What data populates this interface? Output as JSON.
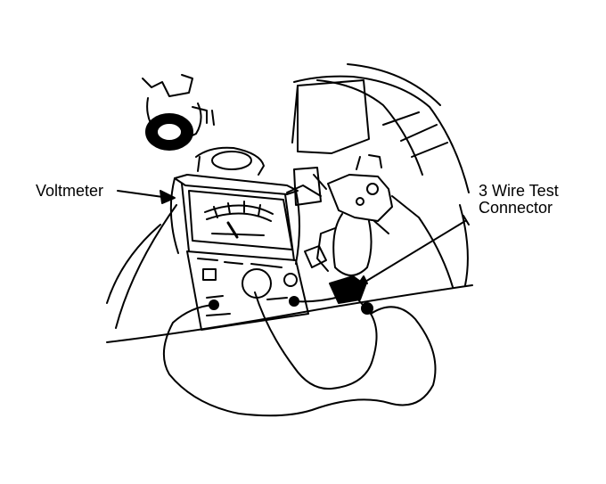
{
  "labels": {
    "voltmeter": "Voltmeter",
    "connector_line1": "3 Wire Test",
    "connector_line2": "Connector"
  },
  "colors": {
    "ink": "#000000",
    "paper": "#ffffff"
  }
}
